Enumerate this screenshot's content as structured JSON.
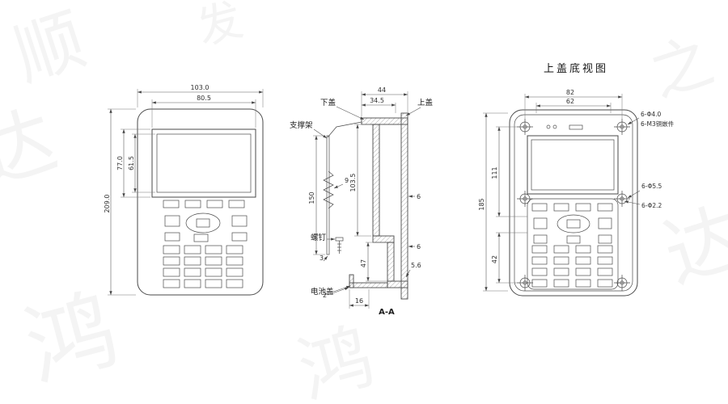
{
  "watermarks": {
    "chars": [
      "顺",
      "达",
      "鸿",
      "发",
      "之",
      "达",
      "鸿"
    ]
  },
  "front_view": {
    "dims": {
      "overall_width": "103.0",
      "screen_width": "80.5",
      "screen_height": "77.0",
      "display_height": "61.5",
      "overall_height": "209.0"
    }
  },
  "section_view": {
    "label": "A-A",
    "labels": {
      "bottom_cover": "下盖",
      "top_cover": "上盖",
      "support_bracket": "支撑架",
      "screw": "螺钉",
      "battery_cover": "电池盖"
    },
    "dims": {
      "width_top": "44",
      "width_inner": "34.5",
      "wall_height": "103.5",
      "bracket_height": "150",
      "spring": "9",
      "lower_height": "47",
      "gap_3": "3",
      "gap_2": "2",
      "battery_width": "16",
      "thickness_a": "6",
      "thickness_b": "6",
      "thickness_c": "5.6"
    }
  },
  "top_cover_view": {
    "title": "上盖底视图",
    "dims": {
      "hole_span_width": "82",
      "inner_width": "62",
      "upper_height": "111",
      "overall_height": "185",
      "lower_height": "42"
    },
    "annotations": {
      "holes_40": "6-Φ4.0",
      "inserts_m3": "6-M3铜嵌件",
      "holes_55": "6-Φ5.5",
      "holes_22": "6-Φ2.2"
    }
  }
}
